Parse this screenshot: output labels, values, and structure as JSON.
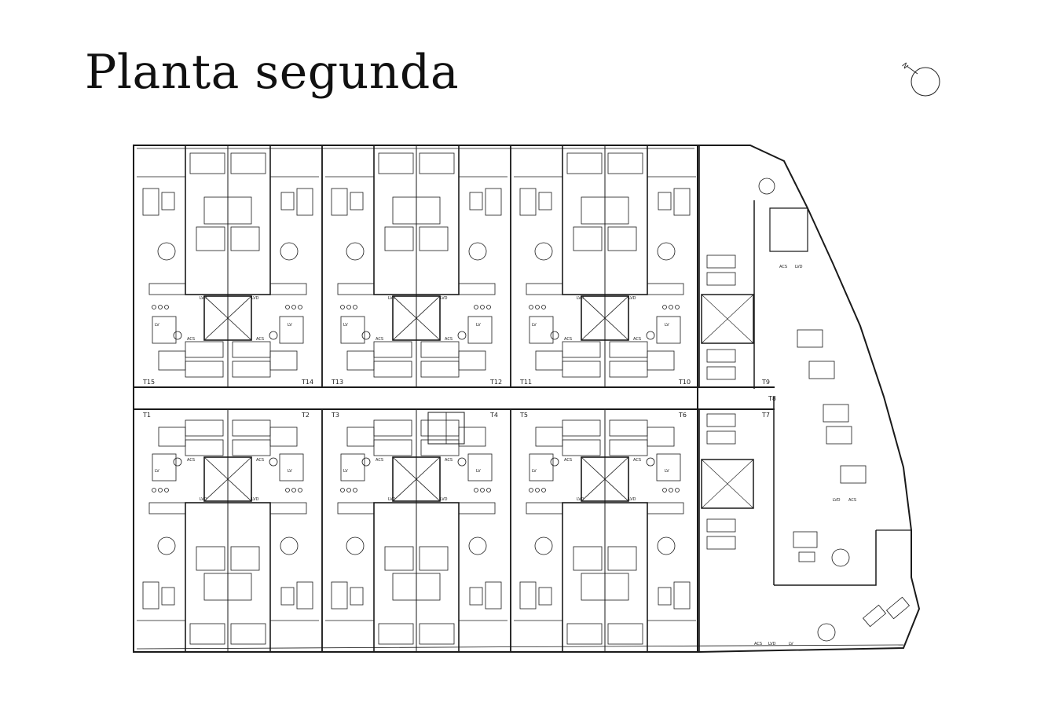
{
  "title": "Planta segunda",
  "compass": {
    "label": "N",
    "icon": "north-arrow-icon"
  },
  "apartments": {
    "top": [
      {
        "left": "T15",
        "right": "T14"
      },
      {
        "left": "T13",
        "right": "T12"
      },
      {
        "left": "T11",
        "right": "T10"
      }
    ],
    "bottom": [
      {
        "left": "T1",
        "right": "T2"
      },
      {
        "left": "T3",
        "right": "T4"
      },
      {
        "left": "T5",
        "right": "T6"
      }
    ],
    "east": {
      "upper": "T9",
      "lower": "T7",
      "corner": "T8"
    }
  },
  "fixture_labels": {
    "washer": "LV",
    "dryer": "LVD",
    "water_heater": "ACS"
  },
  "colors": {
    "line": "#1a1a1a",
    "background": "#ffffff"
  }
}
